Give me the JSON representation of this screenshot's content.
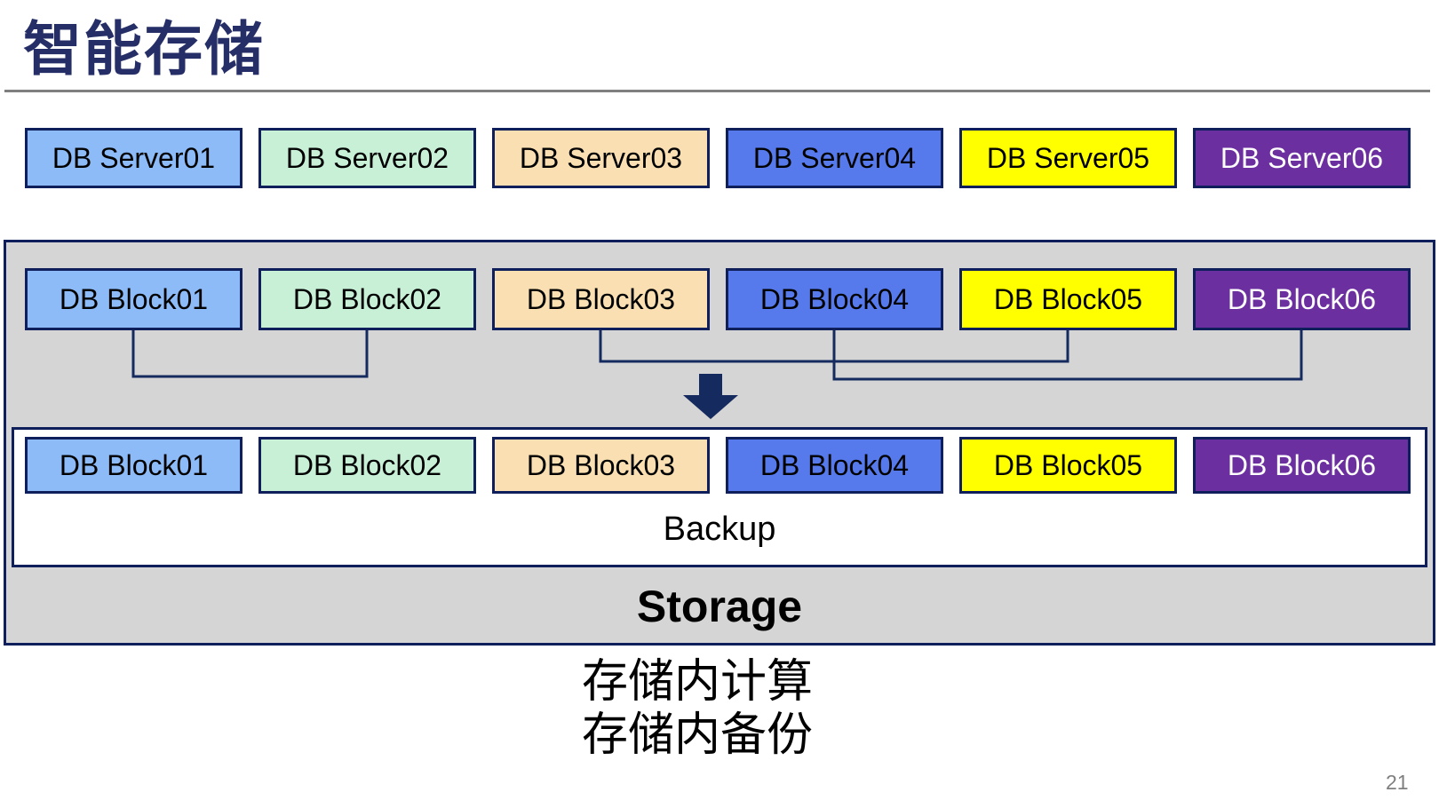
{
  "slide": {
    "title": "智能存储",
    "page_number": "21",
    "captions": {
      "line1": "存储内计算",
      "line2": "存储内备份"
    }
  },
  "servers": [
    {
      "label": "DB Server01"
    },
    {
      "label": "DB Server02"
    },
    {
      "label": "DB Server03"
    },
    {
      "label": "DB Server04"
    },
    {
      "label": "DB Server05"
    },
    {
      "label": "DB Server06"
    }
  ],
  "storage": {
    "label": "Storage",
    "backup": {
      "label": "Backup"
    },
    "top_blocks": [
      {
        "label": "DB Block01"
      },
      {
        "label": "DB Block02"
      },
      {
        "label": "DB Block03"
      },
      {
        "label": "DB Block04"
      },
      {
        "label": "DB Block05"
      },
      {
        "label": "DB Block06"
      }
    ],
    "backup_blocks": [
      {
        "label": "DB Block01"
      },
      {
        "label": "DB Block02"
      },
      {
        "label": "DB Block03"
      },
      {
        "label": "DB Block04"
      },
      {
        "label": "DB Block05"
      },
      {
        "label": "DB Block06"
      }
    ]
  },
  "colors": {
    "title": "#252E66",
    "divider": "#7F7F7F",
    "box_border": "#0E1F5B",
    "connector": "#152A5E",
    "storage_bg": "#D5D5D5",
    "backup_bg": "#FFFFFF",
    "page_number": "#7F7F7F",
    "box_fills": [
      {
        "bg": "#8DBBF8",
        "text": "#000000"
      },
      {
        "bg": "#C7F0D7",
        "text": "#000000"
      },
      {
        "bg": "#F9DFB2",
        "text": "#000000"
      },
      {
        "bg": "#567AEC",
        "text": "#000000"
      },
      {
        "bg": "#FFFF00",
        "text": "#000000"
      },
      {
        "bg": "#6B2F9F",
        "text": "#FFFFFF"
      }
    ]
  }
}
